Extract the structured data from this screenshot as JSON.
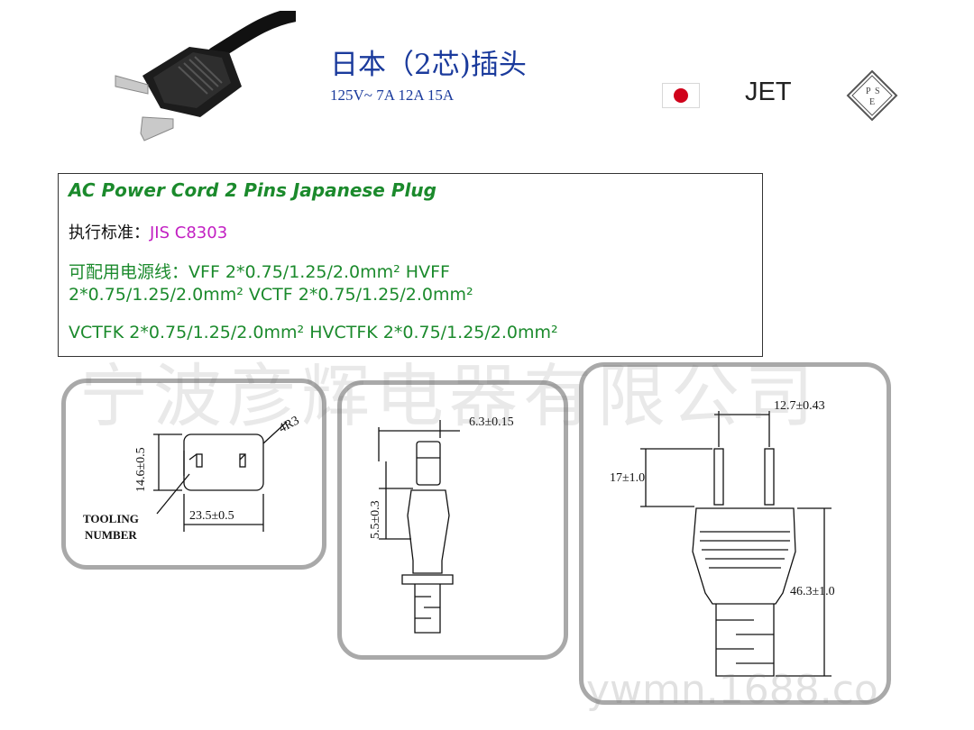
{
  "header": {
    "title": "日本（2芯)插头",
    "rating": "125V~  7A  12A  15A",
    "cert_jet": "JET",
    "cert_pse": "PSE",
    "flag": "japan-flag"
  },
  "spec": {
    "title": "AC Power Cord  2 Pins Japanese Plug",
    "standard_label": "执行标准：",
    "standard_value": "JIS C8303",
    "cables_label": "可配用电源线：",
    "cables_line1": "VFF 2*0.75/1.25/2.0mm²    HVFF",
    "cables_line2": "2*0.75/1.25/2.0mm²    VCTF 2*0.75/1.25/2.0mm²",
    "cables_line3": "VCTFK 2*0.75/1.25/2.0mm²  HVCTFK 2*0.75/1.25/2.0mm²"
  },
  "watermark": {
    "company": "宁波彦辉电器有限公司",
    "url_fragment": "ywmn.1688.co"
  },
  "drawing_front": {
    "radius": "4R3",
    "height": "14.6±0.5",
    "width": "23.5±0.5",
    "tooling_1": "TOOLING",
    "tooling_2": "NUMBER"
  },
  "drawing_side": {
    "pin_width": "6.3±0.15",
    "pin_length": "5.5±0.3"
  },
  "drawing_top": {
    "pin_spacing": "12.7±0.43",
    "pin_height": "17±1.0",
    "body_length": "46.3±1.0"
  },
  "colors": {
    "title_blue": "#1a3a9c",
    "spec_green": "#1b8a2c",
    "standard_magenta": "#c21fc2",
    "panel_border": "#a9a9a9",
    "flag_red": "#d0021b"
  }
}
